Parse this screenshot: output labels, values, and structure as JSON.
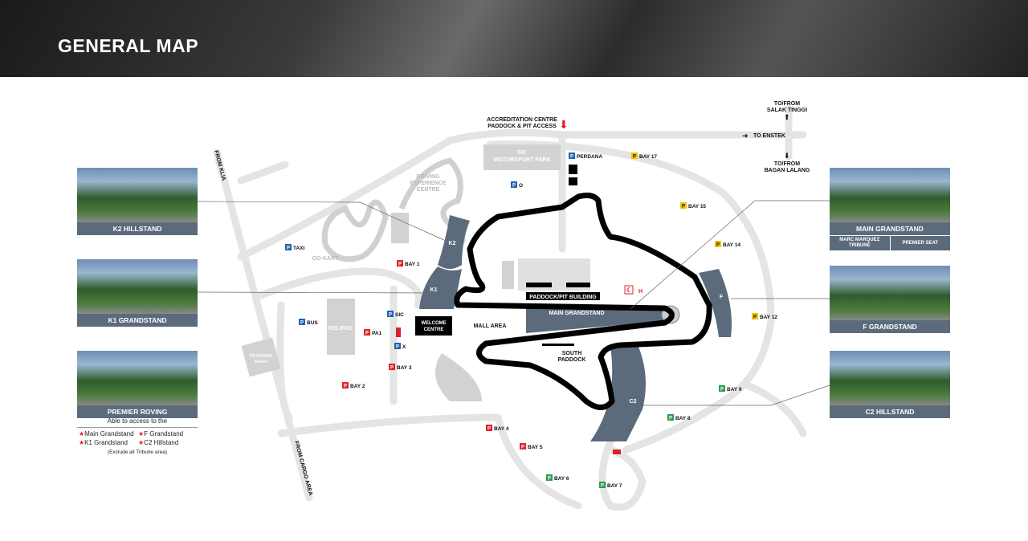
{
  "header": {
    "title": "GENERAL MAP"
  },
  "colors": {
    "blue_parking": "#1e63b0",
    "red_parking": "#d9232a",
    "yellow_parking": "#f2c300",
    "green_parking": "#2f9a4a",
    "grandstand": "#5b6b7c",
    "track": "#000000"
  },
  "photos": {
    "k2": "K2 HILLSTAND",
    "k1": "K1 GRANDSTAND",
    "premier": "PREMIER ROVING",
    "main": "MAIN GRANDSTAND",
    "main_sub1": "MARC MARQUEZ TRIBUNE",
    "main_sub2": "PREMIER SEAT",
    "f": "F GRANDSTAND",
    "c2": "C2 HILLSTAND"
  },
  "roving": {
    "title": "Able to access to the",
    "items": [
      "Main Grandstand",
      "F Grandstand",
      "K1 Grandstand",
      "C2 Hillstand"
    ],
    "note": "(Exclude all Tribune area)"
  },
  "roads": {
    "accreditation1": "ACCREDITATION CENTRE",
    "accreditation2": "PADDOCK & PIT ACCESS",
    "enstek": "TO ENSTEK",
    "salak1": "TO/FROM",
    "salak2": "SALAK TINGGI",
    "bagan1": "TO/FROM",
    "bagan2": "BAGAN LALANG",
    "klia": "FROM KLIA",
    "cargo": "FROM CARGO AREA"
  },
  "areas": {
    "sic": "SIC",
    "sic_park": "MOTORSPORT PARK",
    "driving1": "DRIVING",
    "driving2": "EXPERIENCE",
    "driving3": "CENTRE",
    "gokart": "GO-KART",
    "helipad": "HELIPAD",
    "petronas1": "PETRONAS",
    "petronas2": "Station",
    "welcome1": "WELCOME",
    "welcome2": "CENTRE",
    "mall": "MALL AREA",
    "paddock": "PADDOCK/PIT BUILDING",
    "main_gs": "MAIN GRANDSTAND",
    "south1": "SOUTH",
    "south2": "PADDOCK",
    "k1": "K1",
    "k2": "K2",
    "f": "F",
    "c2": "C2",
    "h": "H"
  },
  "parking": {
    "perdana": "PERDANA",
    "o": "O",
    "taxi": "TAXI",
    "bus": "BUS",
    "sic": "SIC",
    "pa1": "PA1",
    "x": "X",
    "bay1": "BAY 1",
    "bay2": "BAY 2",
    "bay3": "BAY 3",
    "bay4": "BAY 4",
    "bay5": "BAY 5",
    "bay6": "BAY 6",
    "bay7": "BAY 7",
    "bay8": "BAY 8",
    "bay9": "BAY 9",
    "bay12": "BAY 12",
    "bay14": "BAY 14",
    "bay15": "BAY 15",
    "bay17": "BAY 17",
    "p": "P"
  }
}
